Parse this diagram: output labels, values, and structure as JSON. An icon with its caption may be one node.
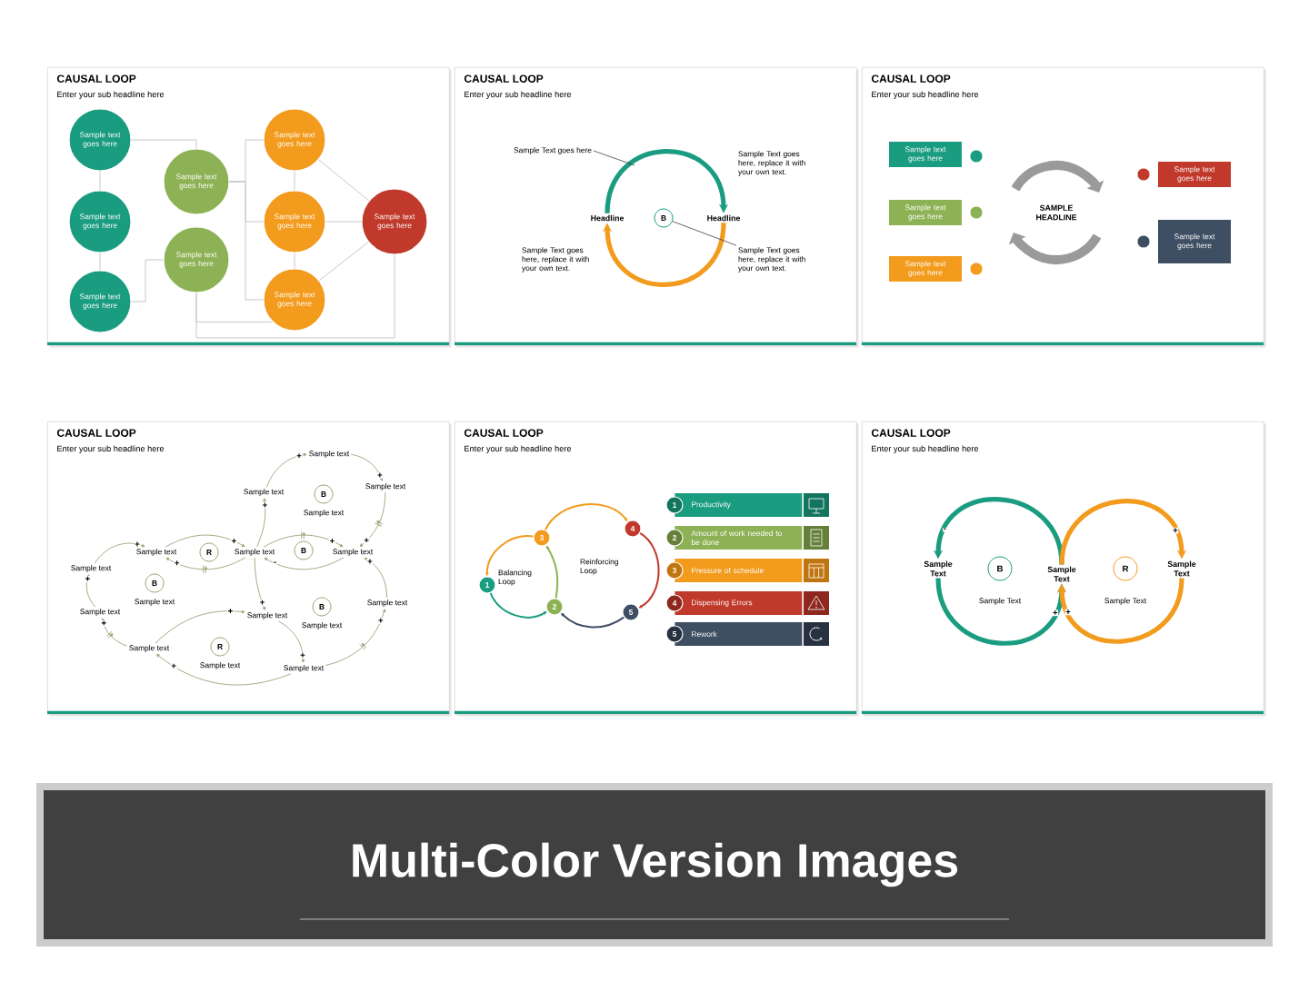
{
  "diagram": {
    "nodes": [
      {
        "text": [
          "CAUSAL LOOP",
          "Enter your sub headline here"
        ]
      },
      {
        "text": [
          "Sample text goes here"
        ],
        "in": 0
      },
      {
        "text": [
          "Sample text goes here"
        ],
        "in": 0
      },
      {
        "text": [
          "Sample text goes here"
        ],
        "in": 0
      },
      {
        "text": [
          "Sample text goes here"
        ],
        "in": 0
      },
      {
        "text": [
          "Sample text goes here"
        ],
        "in": 0
      },
      {
        "text": [
          "Sample text goes here"
        ],
        "in": 0
      },
      {
        "text": [
          "Sample text goes here"
        ],
        "in": 0
      },
      {
        "text": [
          "Sample text goes here"
        ],
        "in": 0
      },
      {
        "text": [
          "Sample text goes here"
        ],
        "in": 0
      },
      {
        "text": [
          "CAUSAL LOOP",
          "Enter your sub headline here"
        ]
      },
      {
        "text": [
          "Sample Text goes here"
        ],
        "in": 10
      },
      {
        "text": [
          "Headline"
        ],
        "in": 10
      },
      {
        "text": [
          "B"
        ],
        "in": 10
      },
      {
        "text": [
          "Headline"
        ],
        "in": 10
      },
      {
        "text": [
          "Sample Text goes here, replace it with your own text."
        ],
        "in": 10
      },
      {
        "text": [
          "CAUSAL LOOP",
          "Enter your sub headline here"
        ]
      },
      {
        "text": [
          "Sample text goes here"
        ],
        "in": 16
      },
      {
        "text": [
          "Sample text goes here"
        ],
        "in": 16
      },
      {
        "text": [
          "Sample text goes here"
        ],
        "in": 16
      },
      {
        "text": [],
        "shape": "circle",
        "in": 16
      },
      {
        "text": [],
        "shape": "circle",
        "in": 16
      },
      {
        "text": [],
        "shape": "circle",
        "in": 16
      },
      {
        "text": [],
        "shape": "circle",
        "in": 16
      },
      {
        "text": [
          "Sample text goes here"
        ],
        "in": 16
      },
      {
        "text": [],
        "shape": "circle",
        "in": 16
      },
      {
        "text": [
          "Sample text goes here"
        ],
        "in": 16
      },
      {
        "text": [
          "CAUSAL LOOP",
          "Enter your sub headline here"
        ]
      },
      {
        "text": [
          "Sample text"
        ],
        "in": 27
      },
      {
        "text": [
          "Sample text"
        ],
        "in": 27
      },
      {
        "text": [
          "Sample text"
        ],
        "in": 27
      },
      {
        "text": [
          "Sample text"
        ],
        "in": 27
      },
      {
        "text": [
          "Sample text"
        ],
        "in": 27
      },
      {
        "text": [
          "Sample text"
        ],
        "in": 27
      },
      {
        "text": [
          "Sample text"
        ],
        "in": 27
      },
      {
        "text": [
          "Sample text"
        ],
        "in": 27
      },
      {
        "text": [
          "Sample text"
        ],
        "in": 27
      },
      {
        "text": [
          "Sample text"
        ],
        "in": 27
      },
      {
        "text": [
          "Sample text"
        ],
        "in": 27
      },
      {
        "text": [
          "Sample text"
        ],
        "in": 27
      },
      {
        "text": [
          "B"
        ],
        "beside": [
          "Sample text"
        ],
        "in": 27
      },
      {
        "text": [
          "R"
        ],
        "in": 27
      },
      {
        "text": [
          "B"
        ],
        "in": 27
      },
      {
        "text": [
          "B"
        ],
        "beside": [
          "Sample text"
        ],
        "in": 27
      },
      {
        "text": [
          "B"
        ],
        "beside": [
          "Sample text"
        ],
        "in": 27
      },
      {
        "text": [
          "R"
        ],
        "beside": [
          "Sample text"
        ],
        "in": 27
      },
      {
        "text": [
          "CAUSAL LOOP",
          "Enter your sub headline here"
        ]
      },
      {
        "text": [
          "3"
        ],
        "in": 46
      },
      {
        "text": [
          "4"
        ],
        "in": 46
      },
      {
        "text": [
          "1"
        ],
        "in": 46
      },
      {
        "text": [
          "2"
        ],
        "in": 46
      },
      {
        "text": [
          "5"
        ],
        "in": 46
      },
      {
        "text": [
          "1",
          "Productivity"
        ],
        "in": 46
      },
      {
        "text": [
          "2",
          "Amount of work needed to be done"
        ],
        "in": 46
      },
      {
        "text": [
          "3",
          "Pressure of schedule"
        ],
        "in": 46
      },
      {
        "text": [
          "4",
          "Dispensing Errors"
        ],
        "in": 46
      },
      {
        "text": [
          "5",
          "Rework"
        ],
        "in": 46
      },
      {
        "text": [
          "CAUSAL LOOP",
          "Enter your sub headline here"
        ]
      },
      {
        "text": [
          "Sample Text"
        ],
        "in": 57
      },
      {
        "text": [
          "Sample Text"
        ],
        "in": 57
      },
      {
        "text": [
          "Sample Text"
        ],
        "in": 57
      },
      {
        "text": [
          "B"
        ],
        "beside": [
          "Sample Text"
        ],
        "in": 57
      },
      {
        "text": [
          "R"
        ],
        "beside": [
          "Sample Text"
        ],
        "in": 57
      },
      {
        "text": [
          "Multi-Color Version Images"
        ]
      }
    ],
    "edges": [
      {
        "from": 1,
        "to": 2,
        "arrow": "none",
        "color": "#c8c8c8"
      },
      {
        "from": 2,
        "to": 3,
        "arrow": "none",
        "color": "#c8c8c8"
      },
      {
        "from": 1,
        "to": 4,
        "arrow": "none",
        "color": "#c8c8c8"
      },
      {
        "from": 3,
        "to": 5,
        "arrow": "none",
        "color": "#c8c8c8"
      },
      {
        "from": 4,
        "to": 6,
        "arrow": "none",
        "color": "#c8c8c8"
      },
      {
        "from": 4,
        "to": 7,
        "arrow": "none",
        "color": "#c8c8c8"
      },
      {
        "from": 4,
        "to": 8,
        "arrow": "none",
        "color": "#c8c8c8"
      },
      {
        "from": 6,
        "to": 7,
        "arrow": "none",
        "color": "#c8c8c8"
      },
      {
        "from": 7,
        "to": 8,
        "arrow": "none",
        "color": "#c8c8c8"
      },
      {
        "from": 6,
        "to": 9,
        "arrow": "none",
        "color": "#c8c8c8"
      },
      {
        "from": 7,
        "to": 9,
        "arrow": "none",
        "color": "#c8c8c8"
      },
      {
        "from": 8,
        "to": 9,
        "arrow": "none",
        "color": "#c8c8c8"
      },
      {
        "from": 9,
        "to": 5,
        "arrow": "none",
        "color": "#c8c8c8"
      },
      {
        "from": 5,
        "to": 8,
        "arrow": "none",
        "color": "#c8c8c8"
      },
      {
        "from": 12,
        "to": 14,
        "arrow": "to",
        "style": "thick",
        "color": "#1a9c80"
      },
      {
        "from": 14,
        "to": 12,
        "arrow": "to",
        "style": "thick",
        "color": "#f29b1d"
      },
      {
        "from": 11,
        "to": null,
        "arrow": "none",
        "color": "#404040"
      },
      {
        "from": 15,
        "to": 13,
        "arrow": "none",
        "color": "#404040"
      },
      {
        "from": 29,
        "to": 28,
        "arrow": "to",
        "label": "+"
      },
      {
        "from": 28,
        "to": 30,
        "arrow": "to",
        "label": "+"
      },
      {
        "from": 30,
        "to": 33,
        "arrow": "to",
        "label": "+"
      },
      {
        "from": 32,
        "to": 29,
        "arrow": "to",
        "label": "+"
      },
      {
        "from": 32,
        "to": 33,
        "arrow": "to",
        "label": "+"
      },
      {
        "from": 33,
        "to": 32,
        "arrow": "to",
        "label": "-"
      },
      {
        "from": 31,
        "to": 32,
        "arrow": "to",
        "label": "+"
      },
      {
        "from": 32,
        "to": 31,
        "arrow": "to",
        "label": "+"
      },
      {
        "from": 34,
        "to": 31,
        "arrow": "to",
        "label": "+"
      },
      {
        "from": 35,
        "to": 34,
        "arrow": "to",
        "label": "+"
      },
      {
        "from": 38,
        "to": 35,
        "arrow": "to",
        "label": "+"
      },
      {
        "from": 38,
        "to": 36,
        "arrow": "to",
        "label": "+"
      },
      {
        "from": 32,
        "to": 36,
        "arrow": "to",
        "label": "+"
      },
      {
        "from": 36,
        "to": 39,
        "arrow": "to",
        "label": "+"
      },
      {
        "from": 39,
        "to": 38,
        "arrow": "to",
        "label": "+"
      },
      {
        "from": 39,
        "to": 37,
        "arrow": "to",
        "label": "+"
      },
      {
        "from": 37,
        "to": 33,
        "arrow": "to",
        "label": "+"
      },
      {
        "from": 47,
        "to": 48,
        "arrow": "to",
        "color": "#f29b1d"
      },
      {
        "from": 48,
        "to": 51,
        "arrow": "to",
        "color": "#c0392b"
      },
      {
        "from": 51,
        "to": 50,
        "arrow": "to",
        "color": "#3e4e63"
      },
      {
        "from": 50,
        "to": 47,
        "arrow": "to",
        "color": "#8db255"
      },
      {
        "from": 47,
        "to": 49,
        "arrow": "to",
        "color": "#f29b1d"
      },
      {
        "from": 49,
        "to": 50,
        "arrow": "to",
        "color": "#1a9c80"
      },
      {
        "from": 59,
        "to": 58,
        "arrow": "to",
        "label": "-",
        "style": "thick",
        "color": "#1a9c80"
      },
      {
        "from": 58,
        "to": 59,
        "arrow": "to",
        "label": "+",
        "style": "thick",
        "color": "#1a9c80"
      },
      {
        "from": 59,
        "to": 60,
        "arrow": "to",
        "label": "+",
        "style": "thick",
        "color": "#f29b1d"
      },
      {
        "from": 60,
        "to": 59,
        "arrow": "to",
        "label": "+",
        "style": "thick",
        "color": "#f29b1d"
      }
    ],
    "labels": [
      "Sample Text goes here, replace it with your own text.",
      "Sample Text goes here, replace it with your own text.",
      "SAMPLE HEADLINE",
      "Balancing Loop",
      "Reinforcing Loop"
    ]
  }
}
